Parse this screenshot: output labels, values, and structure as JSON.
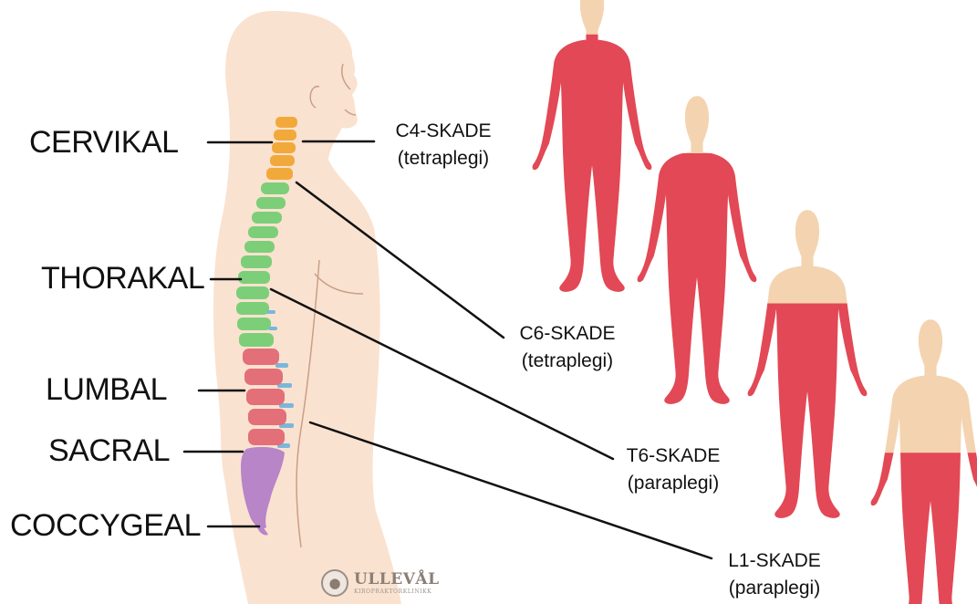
{
  "regions": {
    "cervical": "CERVIKAL",
    "thoracic": "THORAKAL",
    "lumbar": "LUMBAL",
    "sacral": "SACRAL",
    "coccygeal": "COCCYGEAL"
  },
  "injuries": [
    {
      "level": "C4-SKADE",
      "type": "(tetraplegi)"
    },
    {
      "level": "C6-SKADE",
      "type": "(tetraplegi)"
    },
    {
      "level": "T6-SKADE",
      "type": "(paraplegi)"
    },
    {
      "level": "L1-SKADE",
      "type": "(paraplegi)"
    }
  ],
  "logo": {
    "name": "ULLEVÅL",
    "subtitle": "KIROPRAKTORKLINIKK"
  },
  "colors": {
    "skin": "#f4d3b0",
    "paralysis": "#e24856",
    "cervical": "#f2a93b",
    "thoracic": "#7ccf78",
    "lumbar": "#e36f79",
    "sacral": "#b785c8",
    "disc": "#7ab7da"
  }
}
